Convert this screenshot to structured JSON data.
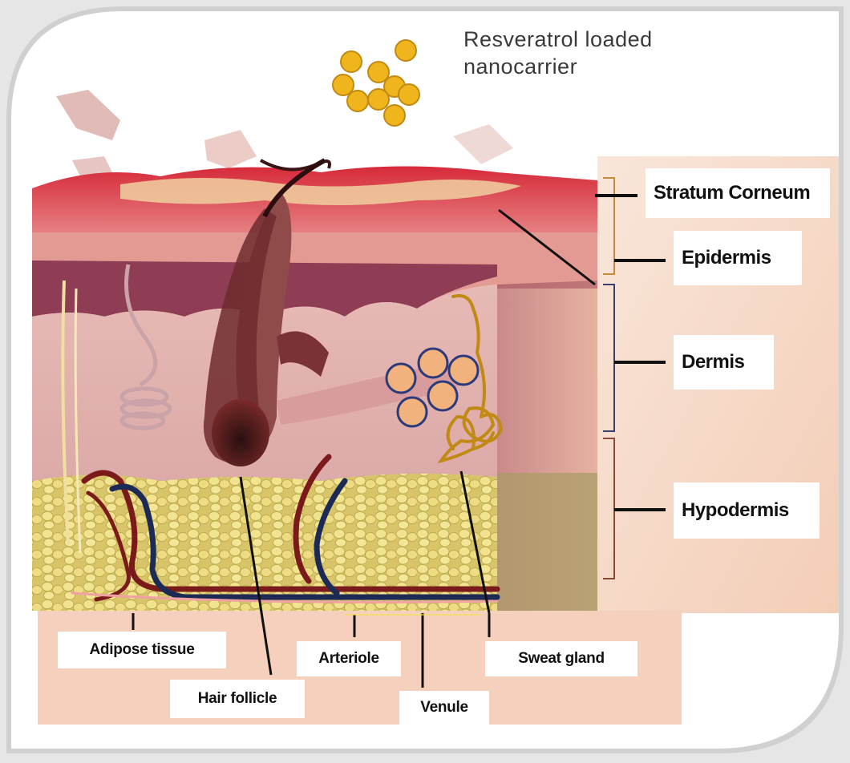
{
  "title": {
    "line1": "Resveratrol loaded",
    "line2": "nanocarrier"
  },
  "layers": [
    {
      "label": "Stratum Corneum"
    },
    {
      "label": "Epidermis"
    },
    {
      "label": "Dermis"
    },
    {
      "label": "Hypodermis"
    }
  ],
  "structures": [
    {
      "label": "Adipose tissue"
    },
    {
      "label": "Hair follicle"
    },
    {
      "label": "Arteriole"
    },
    {
      "label": "Venule"
    },
    {
      "label": "Sweat gland"
    }
  ],
  "colors": {
    "nanocarrier_fill": "#f0b51c",
    "dermal_particle_fill": "#f2b27e",
    "dermal_particle_stroke": "#2b3a7a",
    "sweat_gland": "#c08a14",
    "background_panel": "#f6d8c8"
  }
}
